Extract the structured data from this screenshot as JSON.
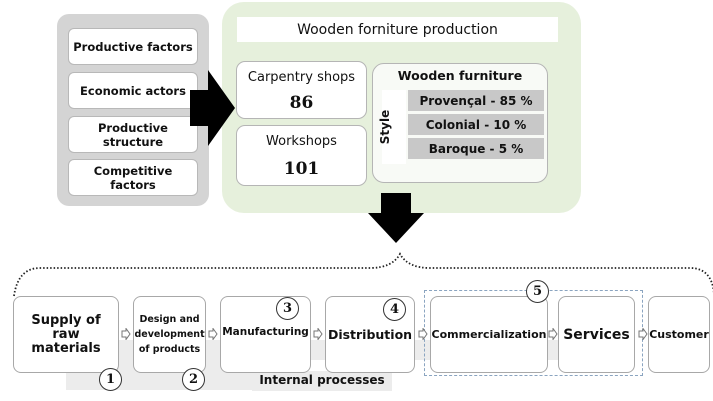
{
  "factors_panel": {
    "items": [
      {
        "label": "Productive factors"
      },
      {
        "label": "Economic actors"
      },
      {
        "label": "Productive structure"
      },
      {
        "label": "Competitive factors"
      }
    ]
  },
  "production_panel": {
    "title": "Wooden forniture production",
    "carpentry": {
      "label": "Carpentry shops",
      "value": "86"
    },
    "workshops": {
      "label": "Workshops",
      "value": "101"
    },
    "furniture": {
      "title": "Wooden furniture",
      "axis_label": "Style",
      "styles": [
        {
          "label": "Provençal - 85 %",
          "name": "Provençal",
          "percent": 85
        },
        {
          "label": "Colonial - 10 %",
          "name": "Colonial",
          "percent": 10
        },
        {
          "label": "Baroque - 5 %",
          "name": "Baroque",
          "percent": 5
        }
      ]
    }
  },
  "value_chain": {
    "steps": [
      {
        "label": "Supply of raw materials",
        "number": "1"
      },
      {
        "label": "Design and development of products",
        "number": "2"
      },
      {
        "label": "Manufacturing",
        "number": "3"
      },
      {
        "label": "Distribution",
        "number": "4"
      },
      {
        "label": "Commercialization",
        "number": "5"
      },
      {
        "label": "Services",
        "number": ""
      },
      {
        "label": "Customer",
        "number": ""
      }
    ],
    "internal_processes_label": "Internal processes"
  },
  "colors": {
    "factors_panel_bg": "#d4d4d4",
    "production_panel_bg": "#e6f0dc",
    "style_bar_bg": "#c8c8c8",
    "group_dash": "#8aa4c0",
    "arrow": "#000000"
  }
}
